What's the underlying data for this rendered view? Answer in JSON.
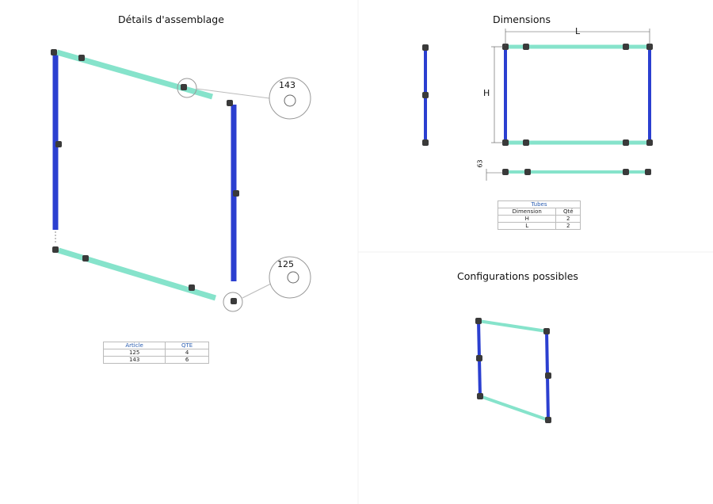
{
  "sections": {
    "assembly_title": "Détails d'assemblage",
    "dimensions_title": "Dimensions",
    "configurations_title": "Configurations possibles"
  },
  "callouts": [
    "143",
    "125"
  ],
  "dimension_labels": {
    "length": "L",
    "height": "H",
    "depth": "63"
  },
  "articles_table": {
    "headers": [
      "Article",
      "QTE"
    ],
    "rows": [
      [
        "125",
        "4"
      ],
      [
        "143",
        "6"
      ]
    ]
  },
  "tubes_table": {
    "title": "Tubes",
    "headers": [
      "Dimension",
      "Qté"
    ],
    "rows": [
      [
        "H",
        "2"
      ],
      [
        "L",
        "2"
      ]
    ]
  },
  "colors": {
    "vertical_tube": "#2b3fd0",
    "horizontal_tube": "#86e3cb",
    "fitting": "#3a3a3a"
  }
}
